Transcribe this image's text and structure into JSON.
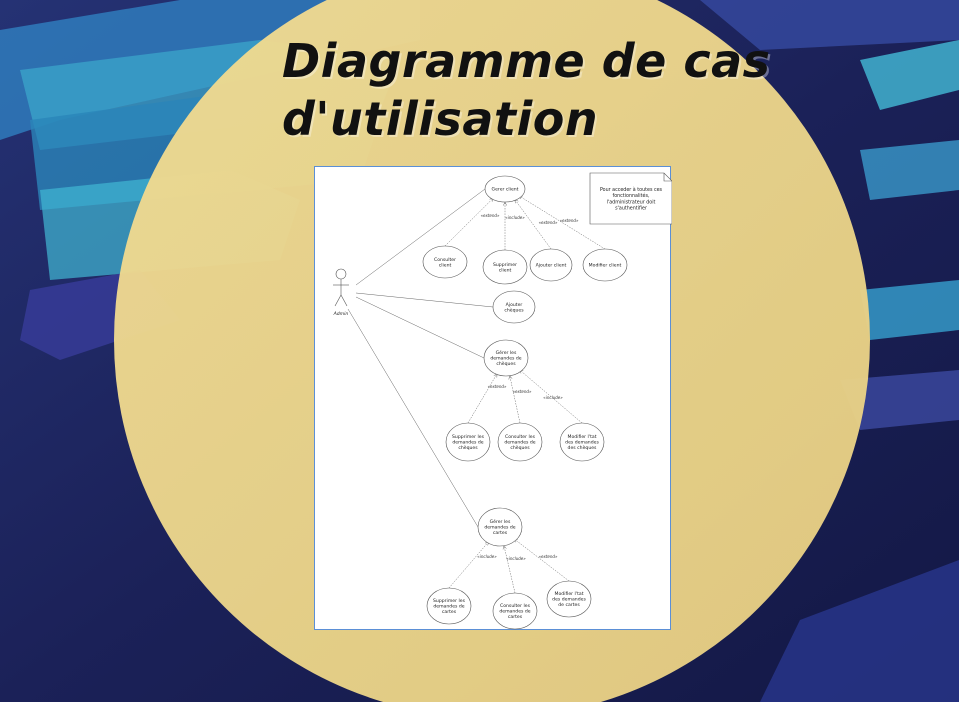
{
  "title": {
    "line1": "Diagramme de cas",
    "line2": "d'utilisation"
  },
  "colors": {
    "background": "#1d2560",
    "circle": "#ecd48a",
    "frame_border": "#5b8fd6"
  },
  "actor": {
    "label": "Admin"
  },
  "note": {
    "lines": [
      "Pour acceder à toutes ces",
      "fonctionnalités,",
      "l'administrateur doit",
      "s'authentifier"
    ]
  },
  "use_cases": {
    "gerer_client": [
      "Gerer client"
    ],
    "consulter_client": [
      "Consulter",
      "client"
    ],
    "supprimer_client": [
      "Supprimer",
      "client"
    ],
    "ajouter_client": [
      "Ajouter client"
    ],
    "modifier_client": [
      "Modifier client"
    ],
    "ajouter_cheques": [
      "Ajouter",
      "chèques"
    ],
    "gerer_cheques": [
      "Gérer les",
      "demandes de",
      "chèques"
    ],
    "supprimer_cheques": [
      "Supprimer les",
      "demandes de",
      "chèques"
    ],
    "consulter_cheques": [
      "Consulter les",
      "demandes de",
      "chèques"
    ],
    "modifier_cheques": [
      "Modifier l'tat",
      "des demandes",
      "des chèques"
    ],
    "gerer_cartes": [
      "Gérer les",
      "demandes de",
      "cartes"
    ],
    "supprimer_cartes": [
      "Supprimer les",
      "demandes de",
      "cartes"
    ],
    "consulter_cartes": [
      "Consulter les",
      "demandes de",
      "cartes"
    ],
    "modifier_cartes": [
      "Modifier l'tat",
      "des demandes",
      "de cartes"
    ]
  },
  "relations": {
    "extend": "extend",
    "include": "include"
  }
}
